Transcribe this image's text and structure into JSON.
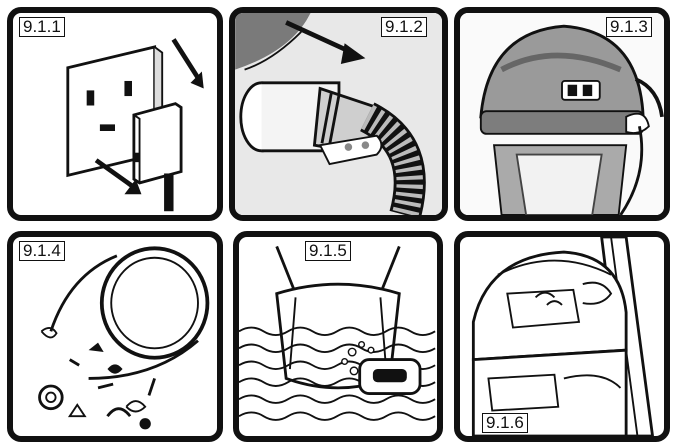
{
  "steps": [
    {
      "label": "9.1.1"
    },
    {
      "label": "9.1.2"
    },
    {
      "label": "9.1.3"
    },
    {
      "label": "9.1.4"
    },
    {
      "label": "9.1.5"
    },
    {
      "label": "9.1.6"
    }
  ]
}
